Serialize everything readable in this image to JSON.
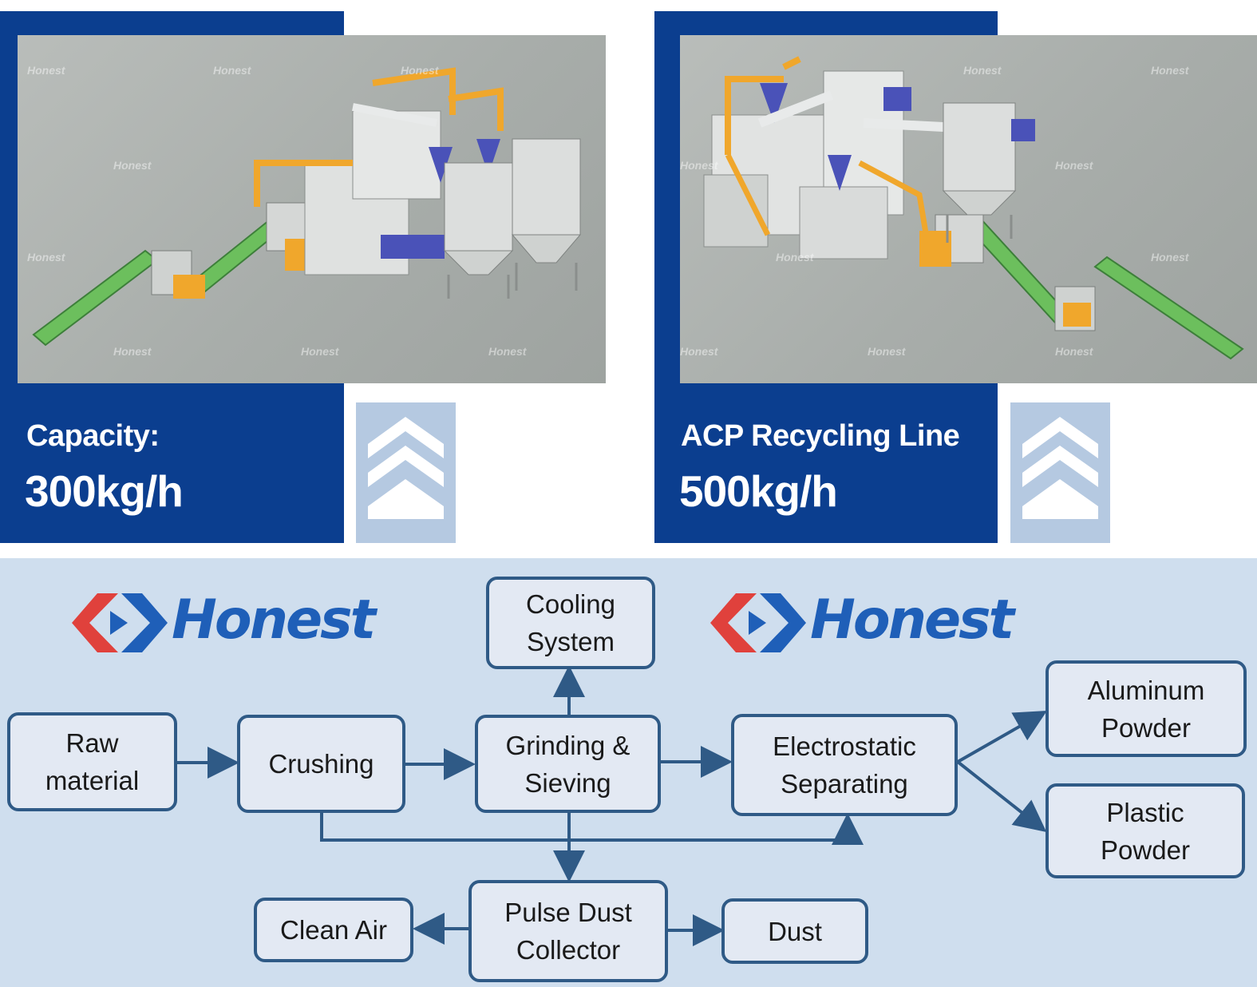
{
  "panels": [
    {
      "line1": "Capacity:",
      "line2": "300kg/h"
    },
    {
      "line1": "ACP Recycling Line",
      "line2": "500kg/h"
    }
  ],
  "watermark": "Honest",
  "logo": {
    "text": "Honest"
  },
  "flow": {
    "cooling": "Cooling\nSystem",
    "raw": "Raw\nmaterial",
    "crushing": "Crushing",
    "grinding": "Grinding &\nSieving",
    "electro": "Electrostatic\nSeparating",
    "aluminum": "Aluminum\nPowder",
    "plastic": "Plastic\nPowder",
    "dust_collector": "Pulse Dust\nCollector",
    "clean_air": "Clean Air",
    "dust": "Dust"
  },
  "colors": {
    "brand_blue": "#0b3e8f",
    "node_border": "#2f5a86",
    "logo_red": "#e0413c",
    "logo_blue": "#1f5fb8"
  }
}
